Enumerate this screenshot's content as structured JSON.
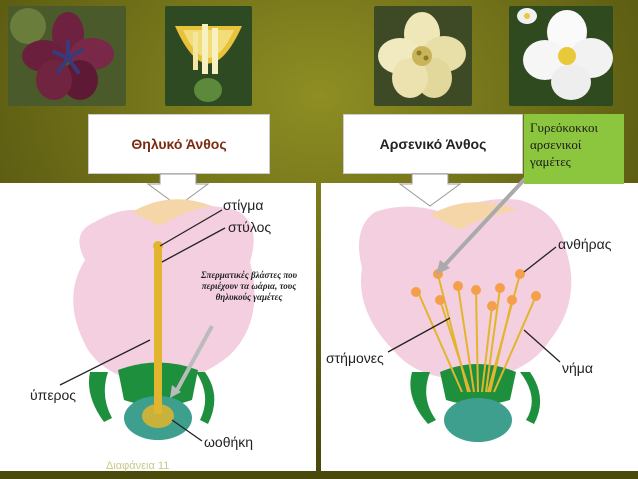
{
  "female": {
    "title": "Θηλυκό Άνθος",
    "labels": {
      "stigma": "στίγμα",
      "style": "στύλος",
      "pistil": "ύπερος",
      "ovary": "ωοθήκη"
    },
    "sperm_note": "Σπερματικές βλάστες που περιέχουν τα ωάρια, τους θηλυκούς γαμέτες"
  },
  "male": {
    "title": "Αρσενικό Άνθος",
    "labels": {
      "anther": "ανθήρας",
      "stamens": "στήμονες",
      "filament": "νήμα"
    },
    "pollen_note": "Γυρεόκοκκοι αρσενικοί γαμέτες"
  },
  "footer": "Διαφάνεια 11",
  "colors": {
    "background": "#5a5a12",
    "petal": "#f4cfe0",
    "petal_top": "#f5d6a8",
    "sepal": "#1e8f3c",
    "receptacle": "#3e9f8f",
    "style_yellow": "#e2b52e",
    "anther_orange": "#f4a04a",
    "note_green": "#8cc63f"
  }
}
